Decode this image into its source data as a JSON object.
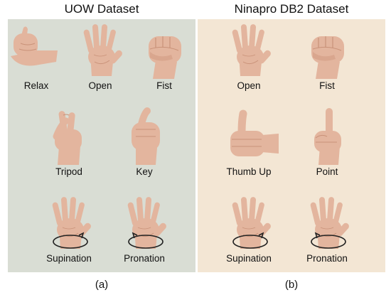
{
  "panel_a": {
    "title": "UOW Dataset",
    "caption": "(a)",
    "gestures": [
      "Relax",
      "Open",
      "Fist",
      "Tripod",
      "Key",
      "Supination",
      "Pronation"
    ]
  },
  "panel_b": {
    "title": "Ninapro DB2 Dataset",
    "caption": "(b)",
    "gestures": [
      "Open",
      "Fist",
      "Thumb Up",
      "Point",
      "Supination",
      "Pronation"
    ]
  },
  "icons": {
    "relax": "relaxed-hand-icon",
    "open": "open-palm-icon",
    "fist": "fist-icon",
    "tripod": "tripod-grip-icon",
    "key": "key-grip-icon",
    "thumb_up": "thumb-up-icon",
    "point": "pointing-finger-icon",
    "supination": "rotating-palm-icon",
    "pronation": "rotating-palm-icon"
  },
  "colors": {
    "panel_a_bg": "#d9ddd4",
    "panel_b_bg": "#f3e6d4",
    "skin": "#e3b59e",
    "skin_shadow": "#c99279",
    "rotation_arrow": "#222222"
  }
}
